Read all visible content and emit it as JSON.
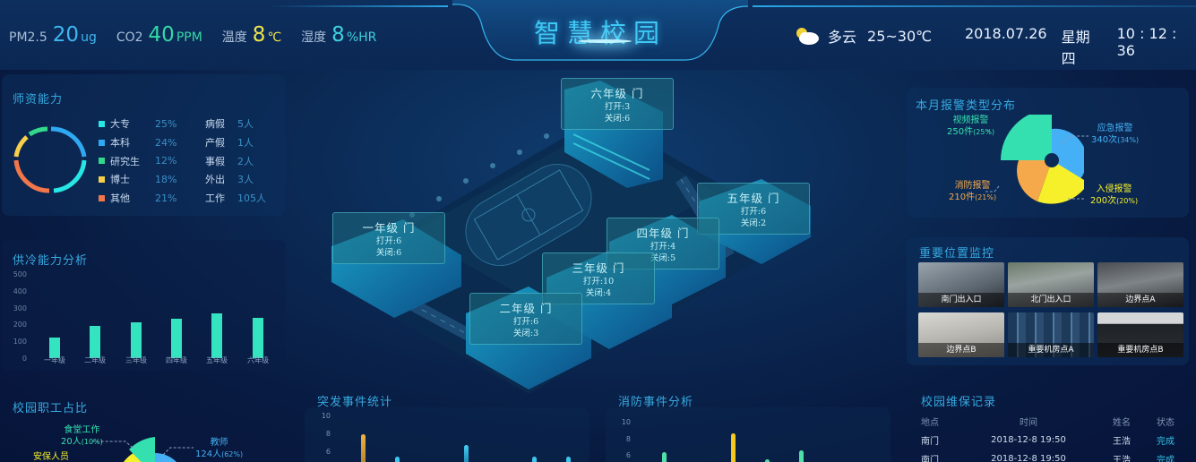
{
  "header": {
    "title": "智慧校园",
    "env": [
      {
        "label": "PM2.5",
        "value": "20",
        "unit": "ug",
        "color": "#3fb6f0"
      },
      {
        "label": "CO2",
        "value": "40",
        "unit": "PPM",
        "color": "#35d8a6"
      },
      {
        "label": "温度",
        "value": "8",
        "unit": "℃",
        "color": "#ede34a"
      },
      {
        "label": "湿度",
        "value": "8",
        "unit": "%HR",
        "color": "#3fd0e0"
      }
    ],
    "weather": {
      "icon": "partly-cloudy-icon",
      "condition": "多云",
      "temp": "25~30℃"
    },
    "date": "2018.07.26",
    "weekday": "星期四",
    "time": "10 : 12 : 36"
  },
  "teacher_panel": {
    "title": "师资能力",
    "items": [
      {
        "name": "大专",
        "pct": "25%",
        "color": "#29e6e6",
        "leave_label": "病假",
        "leave_count": "5人"
      },
      {
        "name": "本科",
        "pct": "24%",
        "color": "#2fa9f2",
        "leave_label": "产假",
        "leave_count": "1人"
      },
      {
        "name": "研究生",
        "pct": "12%",
        "color": "#33d98a",
        "leave_label": "事假",
        "leave_count": "2人"
      },
      {
        "name": "博士",
        "pct": "18%",
        "color": "#f5d04a",
        "leave_label": "外出",
        "leave_count": "3人"
      },
      {
        "name": "其他",
        "pct": "21%",
        "color": "#f2764a",
        "leave_label": "工作",
        "leave_count": "105人"
      }
    ]
  },
  "cooling_panel": {
    "title": "供冷能力分析"
  },
  "staff_panel": {
    "title": "校园职工占比",
    "labels": [
      {
        "name": "食堂工作",
        "value": "20人",
        "pct": "(10%)",
        "color": "#35e0b0"
      },
      {
        "name": "教师",
        "value": "124人",
        "pct": "(62%)",
        "color": "#45b0f5"
      },
      {
        "name": "安保人员",
        "value": "",
        "pct": "",
        "color": "#f5f02a"
      }
    ]
  },
  "campus": {
    "gates": [
      {
        "name": "六年级 门",
        "open": "打开:3",
        "closed": "关闭:6"
      },
      {
        "name": "一年级 门",
        "open": "打开:6",
        "closed": "关闭:6"
      },
      {
        "name": "五年级 门",
        "open": "打开:6",
        "closed": "关闭:2"
      },
      {
        "name": "四年级 门",
        "open": "打开:4",
        "closed": "关闭:5"
      },
      {
        "name": "三年级 门",
        "open": "打开:10",
        "closed": "关闭:4"
      },
      {
        "name": "二年级 门",
        "open": "打开:6",
        "closed": "关闭:3"
      }
    ]
  },
  "alarm_panel": {
    "title": "本月报警类型分布",
    "labels": [
      {
        "name": "视频报警",
        "value": "250件",
        "pct": "(25%)",
        "color": "#35e0b0"
      },
      {
        "name": "应急报警",
        "value": "340次",
        "pct": "(34%)",
        "color": "#45b0f5"
      },
      {
        "name": "消防报警",
        "value": "210件",
        "pct": "(21%)",
        "color": "#f5a94a"
      },
      {
        "name": "入侵报警",
        "value": "200次",
        "pct": "(20%)",
        "color": "#f5f02a"
      }
    ]
  },
  "monitor_panel": {
    "title": "重要位置监控",
    "cameras": [
      {
        "label": "南门出入口"
      },
      {
        "label": "北门出入口"
      },
      {
        "label": "边界点A"
      },
      {
        "label": "边界点B"
      },
      {
        "label": "重要机房点A"
      },
      {
        "label": "重要机房点B"
      }
    ]
  },
  "emergency_panel": {
    "title": "突发事件统计"
  },
  "fire_panel": {
    "title": "消防事件分析"
  },
  "maintenance_panel": {
    "title": "校园维保记录",
    "headers": [
      "地点",
      "时间",
      "姓名",
      "状态"
    ],
    "rows": [
      [
        "南门",
        "2018-12-8 19:50",
        "王浩",
        "完成"
      ],
      [
        "南门",
        "2018-12-8 19:50",
        "王浩",
        "完成"
      ]
    ]
  },
  "chart_data": [
    {
      "type": "pie",
      "title": "师资能力",
      "categories": [
        "大专",
        "本科",
        "研究生",
        "博士",
        "其他"
      ],
      "values": [
        25,
        24,
        12,
        18,
        21
      ],
      "colors": [
        "#29e6e6",
        "#2fa9f2",
        "#33d98a",
        "#f5d04a",
        "#f2764a"
      ],
      "style": "ring"
    },
    {
      "type": "bar",
      "title": "供冷能力分析",
      "categories": [
        "一年级",
        "二年级",
        "三年级",
        "四年级",
        "五年级",
        "六年级"
      ],
      "values": [
        125,
        195,
        218,
        236,
        270,
        241
      ],
      "yticks": [
        0,
        100,
        200,
        300,
        400,
        500
      ],
      "ylim": [
        0,
        500
      ],
      "color": "#34e3c0",
      "grid": false
    },
    {
      "type": "pie",
      "title": "校园职工占比",
      "categories": [
        "教师",
        "食堂工作",
        "安保人员"
      ],
      "values": [
        124,
        20,
        null
      ],
      "percent": [
        62,
        10,
        null
      ],
      "style": "rose"
    },
    {
      "type": "pie",
      "title": "本月报警类型分布",
      "categories": [
        "应急报警",
        "入侵报警",
        "消防报警",
        "视频报警"
      ],
      "values": [
        340,
        200,
        210,
        250
      ],
      "percent": [
        34,
        20,
        21,
        25
      ],
      "colors": [
        "#45b0f5",
        "#f5f02a",
        "#f5a94a",
        "#35e0b0"
      ],
      "style": "rose"
    },
    {
      "type": "bar",
      "title": "突发事件统计",
      "x_positions": [
        405,
        443,
        520,
        596,
        634
      ],
      "values": [
        8,
        5.3,
        6.7,
        5.3,
        5.3
      ],
      "colors": [
        "#e0a83a",
        "#3cc6ee",
        "#3cc6ee",
        "#3cc6ee",
        "#3cc6ee"
      ],
      "yticks": [
        6,
        8,
        10
      ],
      "ylim": [
        0,
        10
      ],
      "note": "chart cropped at bottom edge"
    },
    {
      "type": "bar",
      "title": "消防事件分析",
      "x_positions": [
        741,
        818,
        856,
        894
      ],
      "values": [
        6.3,
        8.6,
        5.4,
        6.5
      ],
      "colors": [
        "#4fe0a8",
        "#f5c81e",
        "#4fe0a8",
        "#4fe0a8"
      ],
      "yticks": [
        6,
        8,
        10
      ],
      "ylim": [
        0,
        10
      ],
      "note": "chart cropped at bottom edge"
    }
  ]
}
